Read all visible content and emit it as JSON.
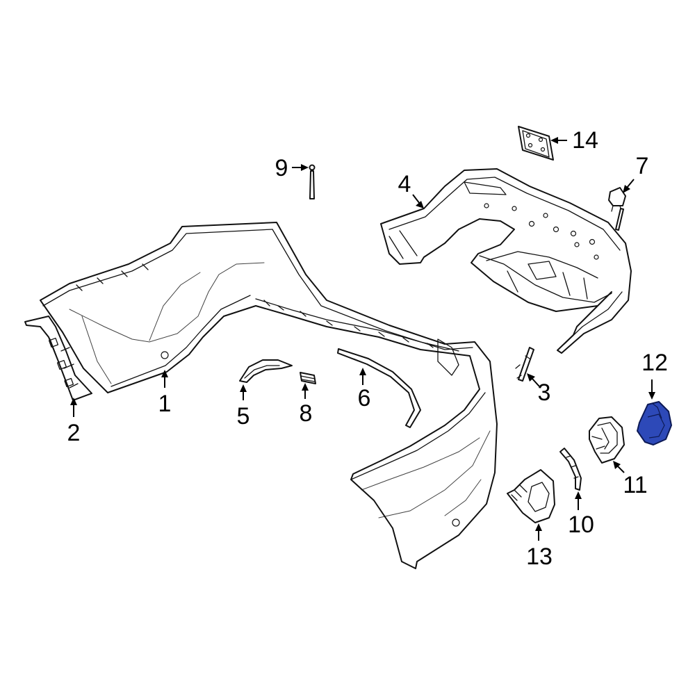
{
  "diagram": {
    "highlight_color": "#2d49b8",
    "highlighted_callout": "12",
    "callouts": [
      {
        "key": "bumper_cover",
        "label": "1"
      },
      {
        "key": "side_bracket",
        "label": "2"
      },
      {
        "key": "bracket_clip",
        "label": "3"
      },
      {
        "key": "valance",
        "label": "4"
      },
      {
        "key": "trim_bracket",
        "label": "5"
      },
      {
        "key": "lower_molding",
        "label": "6"
      },
      {
        "key": "sensor_harness",
        "label": "7"
      },
      {
        "key": "small_insert",
        "label": "8"
      },
      {
        "key": "tow_pin",
        "label": "9"
      },
      {
        "key": "trim_strip",
        "label": "10"
      },
      {
        "key": "exhaust_bracket",
        "label": "11"
      },
      {
        "key": "exhaust_tip_cover",
        "label": "12"
      },
      {
        "key": "exhaust_guide",
        "label": "13"
      },
      {
        "key": "license_plate_bracket",
        "label": "14"
      }
    ]
  }
}
